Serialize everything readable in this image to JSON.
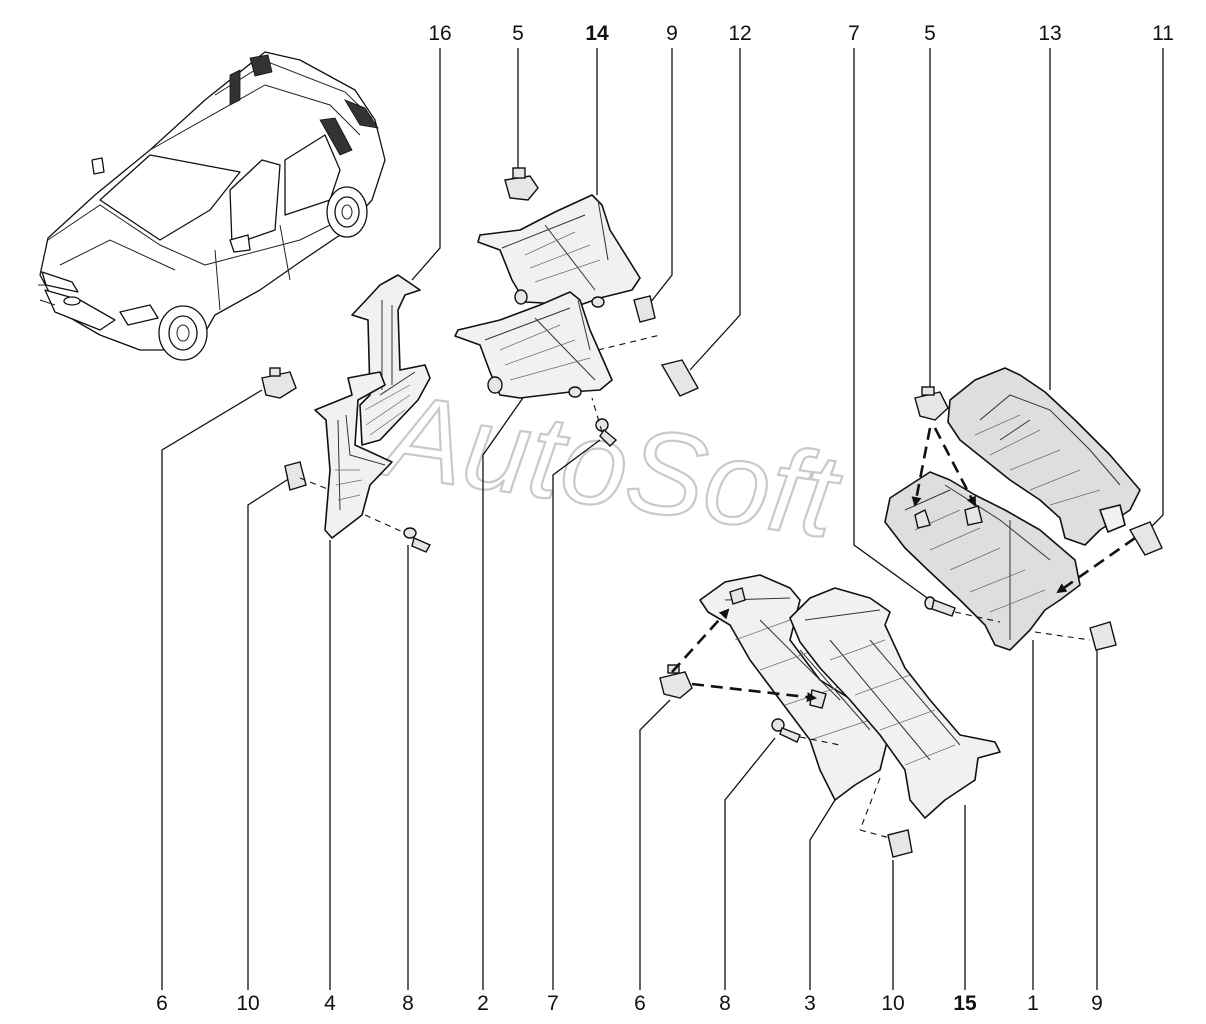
{
  "diagram": {
    "watermark": "AutoSoft",
    "labels_top": [
      "16",
      "5",
      "14",
      "9",
      "12",
      "7",
      "5",
      "13",
      "11"
    ],
    "labels_bottom": [
      "6",
      "10",
      "4",
      "8",
      "2",
      "7",
      "6",
      "8",
      "3",
      "10",
      "15",
      "1",
      "9"
    ]
  }
}
